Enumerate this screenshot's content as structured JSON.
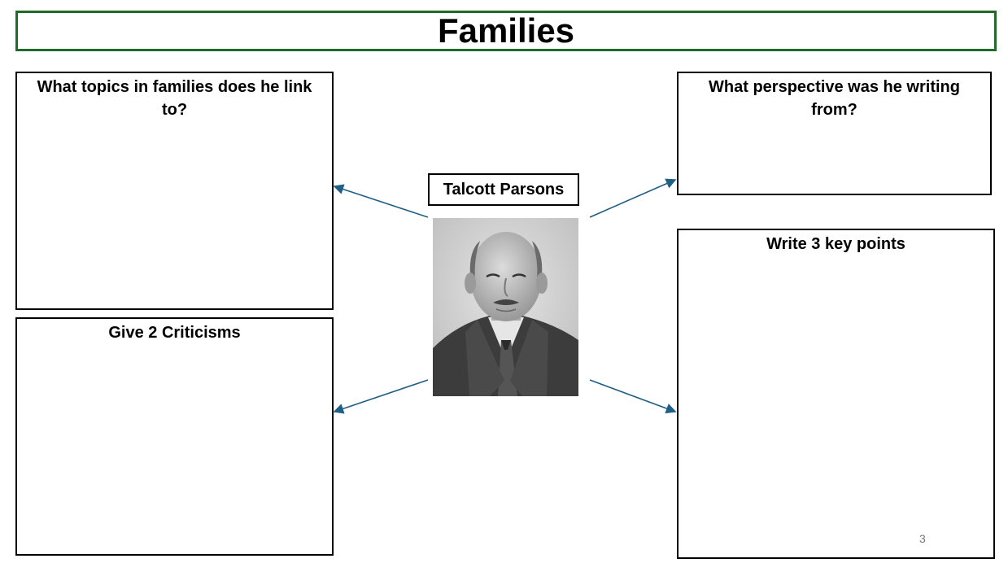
{
  "slide": {
    "title": "Families",
    "page_number": "3"
  },
  "center": {
    "name": "Talcott Parsons",
    "photo_description": "portrait-photo"
  },
  "boxes": {
    "topics": "What topics in families does he link to?",
    "criticisms": "Give 2 Criticisms",
    "perspective": "What perspective was he writing from?",
    "key_points": "Write 3 key points"
  },
  "colors": {
    "title_border": "#1e6b2a",
    "arrow": "#1f5f85"
  }
}
